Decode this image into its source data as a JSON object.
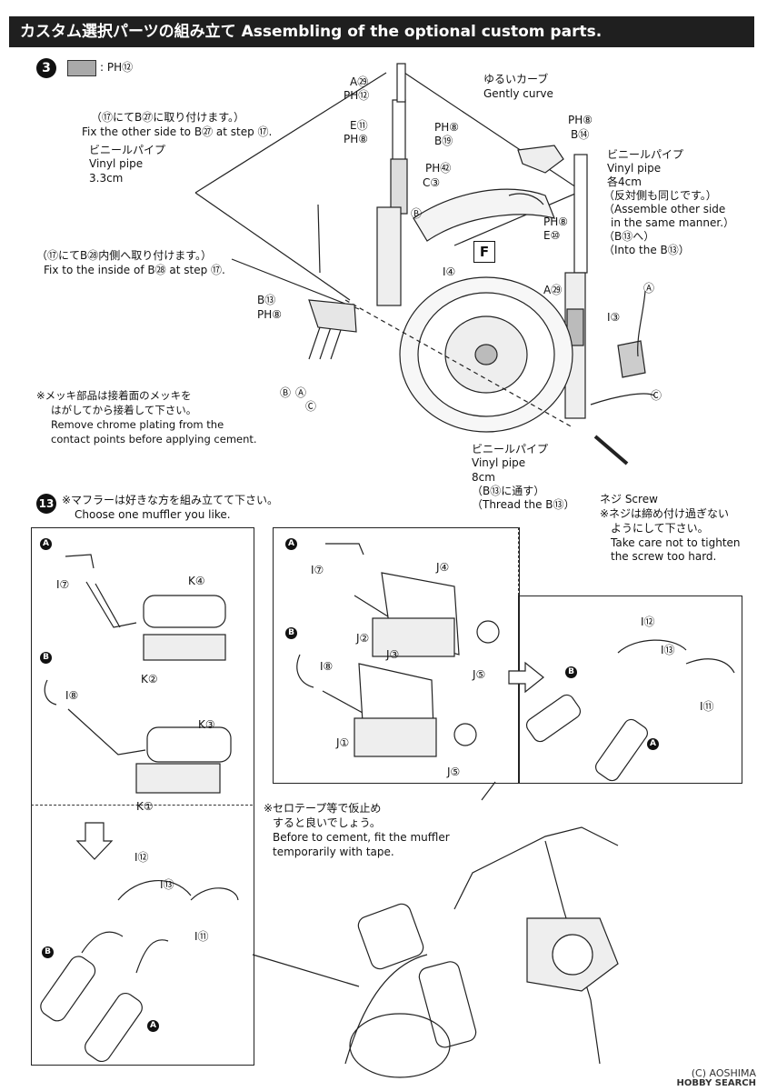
{
  "header": {
    "title": "カスタム選択パーツの組み立て Assembling of the optional custom parts."
  },
  "step3": {
    "number": "3",
    "swatch_label": ": PH⑫",
    "labels": {
      "fix_other_jp": "（⑰にてB㉗に取り付けます。）",
      "fix_other_en": "Fix the other side to B㉗ at step ⑰.",
      "vinyl_jp": "ビニールパイプ",
      "vinyl_en": "Vinyl pipe",
      "vinyl_len_1": "3.3cm",
      "fix_inside_jp": "（⑰にてB㉘内側へ取り付けます。）",
      "fix_inside_en": "Fix to the inside of B㉘ at step ⑰.",
      "b13_ph8": "B⑬",
      "ph8_a": "PH⑧",
      "chrome_jp1": "※メッキ部品は接着面のメッキを",
      "chrome_jp2": "はがしてから接着して下さい。",
      "chrome_en1": "Remove chrome plating from the",
      "chrome_en2": "contact points before applying cement.",
      "a29_top": "A㉙",
      "ph12": "PH⑫",
      "e11": "E⑪",
      "ph8_b": "PH⑧",
      "gently_jp": "ゆるいカーブ",
      "gently_en": "Gently curve",
      "ph8_c": "PH⑧",
      "b19": "B⑲",
      "ph87": "PH㊷",
      "c3": "C③",
      "b_small": "Ⓑ",
      "i4": "I④",
      "f": "F",
      "ph8_d": "PH⑧",
      "b14": "B⑭",
      "vinyl_jp2": "ビニールパイプ",
      "vinyl_en2": "Vinyl pipe",
      "each4cm": "各4cm",
      "other_side_jp": "（反対側も同じです。）",
      "other_side_en1": "（Assemble other side",
      "other_side_en2": "in the same manner.）",
      "b13_to_jp": "（B⑬へ）",
      "b13_to_en": "（Into the B⑬）",
      "ph8_e": "PH⑧",
      "e10": "E⑩",
      "a29_b": "A㉙",
      "i3": "I③",
      "a_small": "Ⓐ",
      "c_small": "Ⓒ",
      "bac_b": "Ⓑ",
      "bac_a": "Ⓐ",
      "bac_c": "Ⓒ",
      "vinyl_jp3": "ビニールパイプ",
      "vinyl_en3": "Vinyl pipe",
      "vinyl_len3": "8cm",
      "thread_jp": "（B⑬に通す）",
      "thread_en": "（Thread the B⑬）",
      "screw": "ネジ Screw",
      "screw_jp1": "※ネジは締め付け過ぎない",
      "screw_jp2": "ようにして下さい。",
      "screw_en1": "Take care not to tighten",
      "screw_en2": "the screw too hard."
    }
  },
  "step13": {
    "number": "13",
    "note_jp": "※マフラーは好きな方を組み立てて下さい。",
    "note_en": "Choose one muffler you like.",
    "left": {
      "a": "A",
      "b": "B",
      "i7": "I⑦",
      "k4": "K④",
      "k2": "K②",
      "i8": "I⑧",
      "k3": "K③",
      "k1": "K①",
      "i12": "I⑫",
      "i13": "I⑬",
      "i11": "I⑪",
      "b2": "B",
      "a2": "A"
    },
    "right": {
      "a": "A",
      "b": "B",
      "i7": "I⑦",
      "j4": "J④",
      "j2": "J②",
      "j5a": "J⑤",
      "i8": "I⑧",
      "j3": "J③",
      "j1": "J①",
      "j5b": "J⑤",
      "i12": "I⑫",
      "i13": "I⑬",
      "i11": "I⑪",
      "b2": "B",
      "a2": "A"
    },
    "tape_jp1": "※セロテープ等で仮止め",
    "tape_jp2": "すると良いでしょう。",
    "tape_en1": "Before to cement, fit the muffler",
    "tape_en2": "temporarily with tape."
  },
  "footer": {
    "copyright": "(C) AOSHIMA",
    "brand": "HOBBY SEARCH"
  }
}
